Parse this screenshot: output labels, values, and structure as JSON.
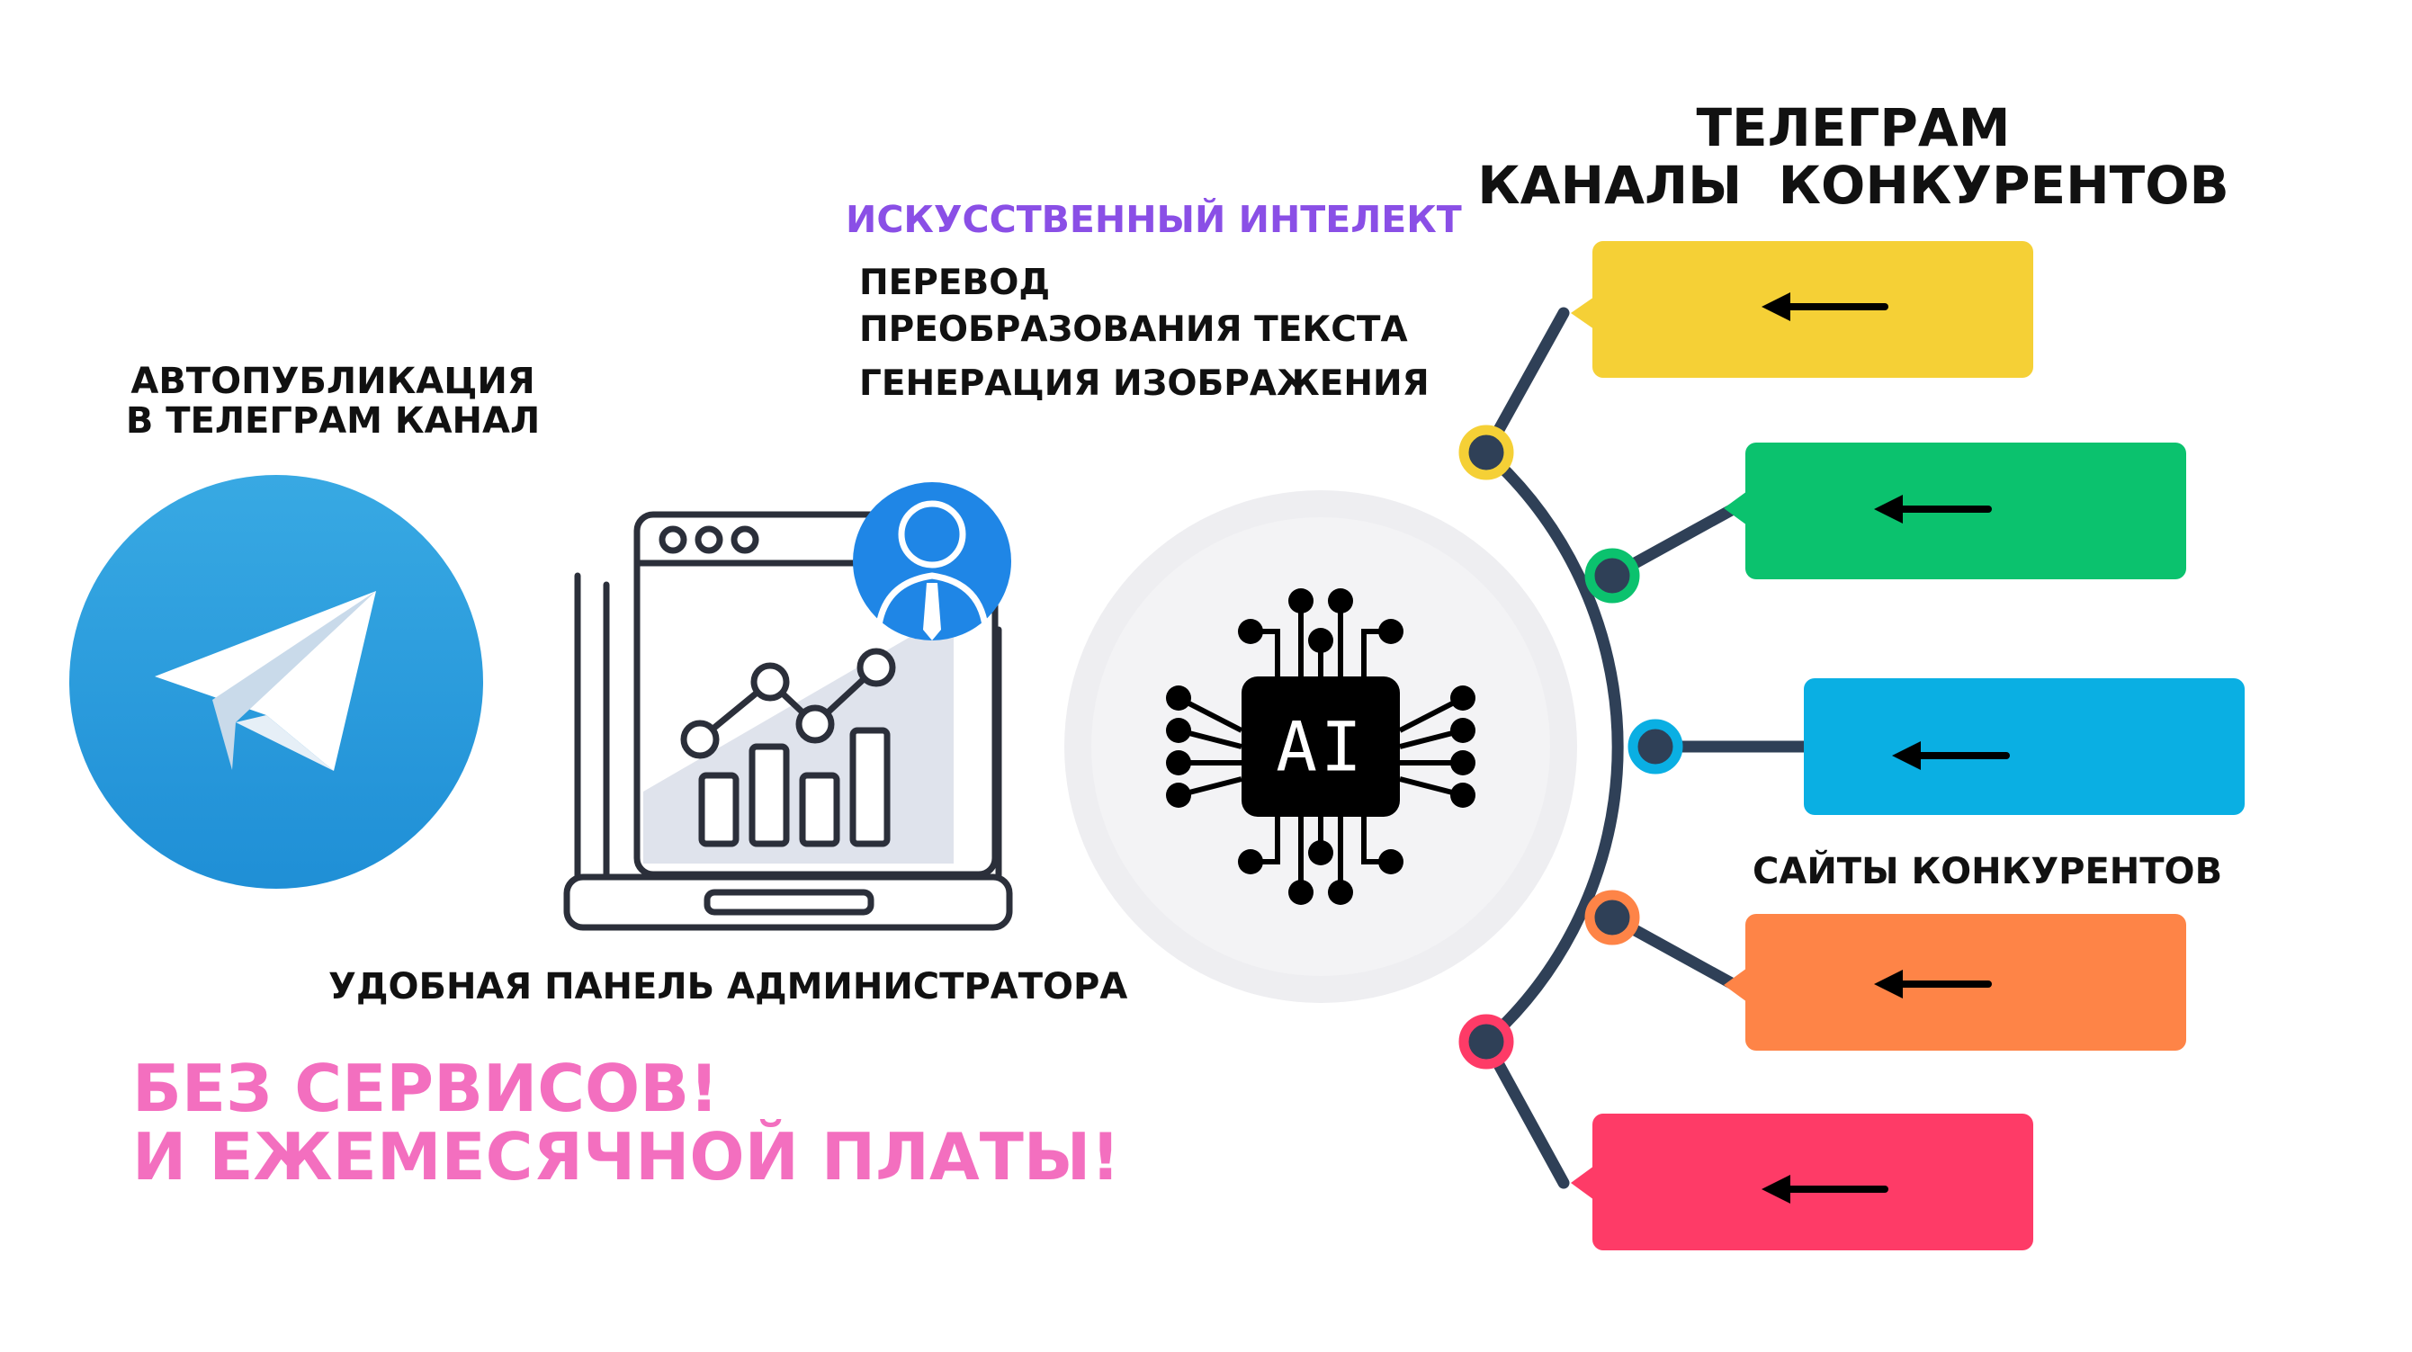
{
  "texts": {
    "ai_title": "ИСКУССТВЕННЫЙ ИНТЕЛЕКТ",
    "features": [
      "ПЕРЕВОД",
      "ПРЕОБРАЗОВАНИЯ ТЕКСТА",
      "ГЕНЕРАЦИЯ ИЗОБРАЖЕНИЯ"
    ],
    "autopub_line1": "АВТОПУБЛИКАЦИЯ",
    "autopub_line2": "В ТЕЛЕГРАМ КАНАЛ",
    "title_line1": "ТЕЛЕГРАМ",
    "title_line2": "КАНАЛЫ  КОНКУРЕНТОВ",
    "admin_panel": "УДОБНАЯ ПАНЕЛЬ АДМИНИСТРАТОРА",
    "sites": "САЙТЫ КОНКУРЕНТОВ",
    "slogan_line1": "БЕЗ СЕРВИСОВ!",
    "slogan_line2": "И ЕЖЕМЕСЯЧНОЙ ПЛАТЫ!",
    "ai_chip": "AI"
  },
  "colors": {
    "purple_accent": "#8a4fe6",
    "slogan_pink": "#f36fbf",
    "telegram_blue": "#2f9fdf",
    "box_yellow": "#f5d036",
    "box_green": "#0bc26e",
    "box_blue": "#0aafe3",
    "box_orange": "#fe8447",
    "box_red": "#fe3b67",
    "line_navy": "#2f4057"
  },
  "icons": [
    "telegram-icon",
    "admin-panel-icon",
    "user-avatar-icon",
    "ai-chip-icon",
    "arrow-left-icon"
  ]
}
